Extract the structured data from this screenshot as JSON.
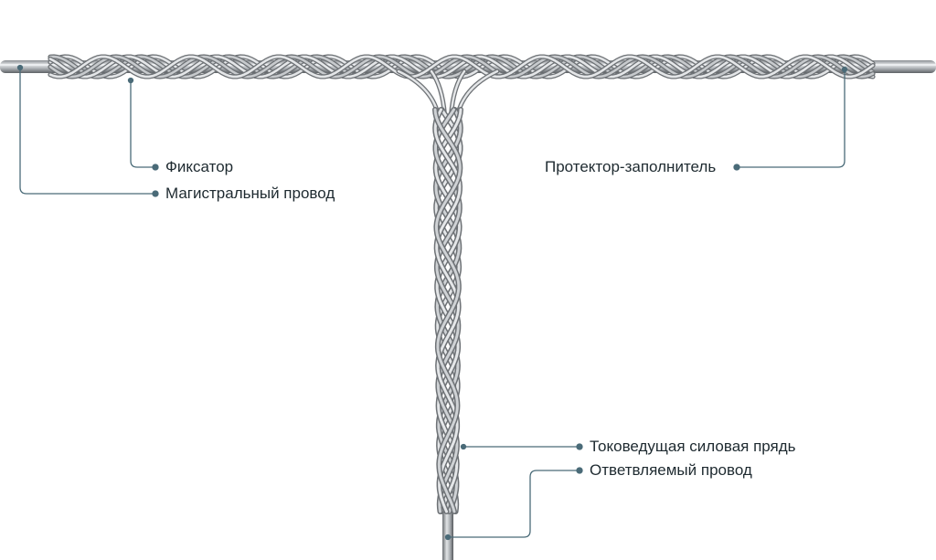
{
  "labels": {
    "fixator": "Фиксатор",
    "main_wire": "Магистральный провод",
    "protector_filler": "Протектор-заполнитель",
    "conductive_strand": "Токоведущая силовая прядь",
    "branch_wire": "Ответвляемый провод"
  },
  "colors": {
    "leader_line": "#4a6b78",
    "wire_dark": "#6e7276",
    "wire_mid": "#a9adb1",
    "wire_light": "#e4e6e8",
    "text": "#1e2a30"
  }
}
